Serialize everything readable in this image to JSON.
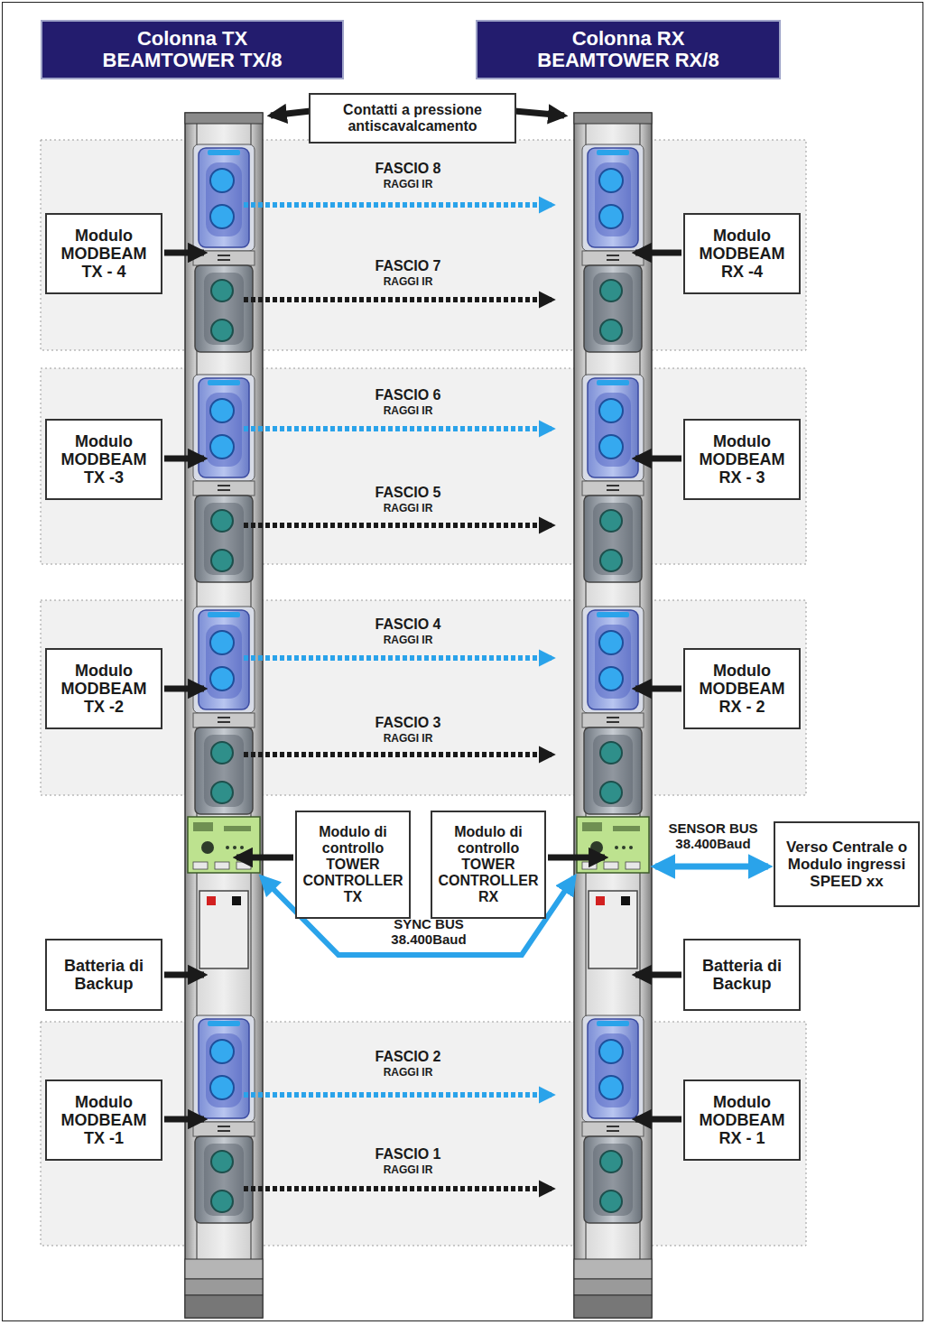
{
  "diagram": {
    "nodes": [
      {
        "text": [
          "Colonna TX",
          "BEAMTOWER TX/8"
        ]
      },
      {
        "text": [
          "Colonna RX",
          "BEAMTOWER RX/8"
        ]
      },
      {
        "text": [
          "Contatti a pressione antiscavalcamento"
        ]
      },
      {
        "text": [
          "Modulo MODBEAM TX - 4"
        ]
      },
      {
        "text": [
          "Modulo MODBEAM RX -4"
        ]
      },
      {
        "text": [
          "Modulo MODBEAM TX -3"
        ]
      },
      {
        "text": [
          "Modulo MODBEAM RX - 3"
        ]
      },
      {
        "text": [
          "Modulo MODBEAM TX -2"
        ]
      },
      {
        "text": [
          "Modulo MODBEAM RX - 2"
        ]
      },
      {
        "text": [
          "Modulo di controllo TOWER CONTROLLER TX"
        ]
      },
      {
        "text": [
          "Modulo di controllo TOWER CONTROLLER RX"
        ]
      },
      {
        "text": [
          "Verso Centrale o Modulo ingressi SPEED xx"
        ]
      },
      {
        "text": [
          "Batteria di Backup"
        ]
      },
      {
        "text": [
          "Batteria di Backup"
        ]
      },
      {
        "text": [
          "Modulo MODBEAM TX -1"
        ]
      },
      {
        "text": [
          "Modulo MODBEAM RX - 1"
        ]
      }
    ],
    "labels": [
      "FASCIO 8",
      "RAGGI IR",
      "FASCIO 7",
      "RAGGI IR",
      "FASCIO 6",
      "RAGGI IR",
      "FASCIO 5",
      "RAGGI IR",
      "FASCIO 4",
      "RAGGI IR",
      "FASCIO 3",
      "RAGGI IR",
      "FASCIO 2",
      "RAGGI IR",
      "FASCIO 1",
      "RAGGI IR",
      "SENSOR BUS 38.400Baud",
      "SYNC BUS 38.400Baud"
    ]
  }
}
